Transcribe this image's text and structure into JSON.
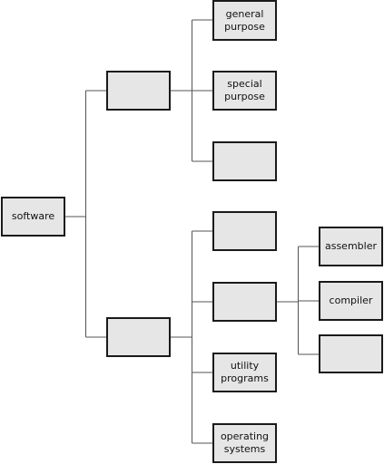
{
  "tree": {
    "root": {
      "label": "software"
    },
    "branch_a": {
      "label": "",
      "children": [
        {
          "label": "general\npurpose"
        },
        {
          "label": "special\npurpose"
        },
        {
          "label": ""
        }
      ]
    },
    "branch_b": {
      "label": "",
      "children": [
        {
          "label": ""
        },
        {
          "label": ""
        },
        {
          "label": "utility\nprograms"
        },
        {
          "label": "operating\nsystems"
        }
      ]
    },
    "branch_b2_children": [
      {
        "label": "assembler"
      },
      {
        "label": "compiler"
      },
      {
        "label": ""
      }
    ]
  },
  "colors": {
    "node_fill": "#e6e6e6",
    "node_border": "#1a1a1a",
    "connector": "#555555"
  }
}
